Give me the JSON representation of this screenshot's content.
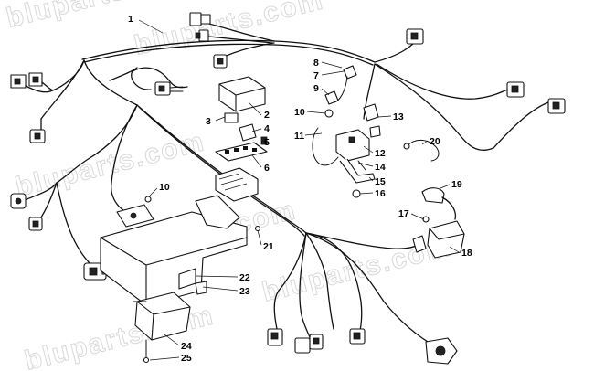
{
  "watermark": "bluparts.com",
  "callouts": [
    {
      "id": "1",
      "label": "1"
    },
    {
      "id": "2",
      "label": "2"
    },
    {
      "id": "3",
      "label": "3"
    },
    {
      "id": "4",
      "label": "4"
    },
    {
      "id": "5",
      "label": "5"
    },
    {
      "id": "6",
      "label": "6"
    },
    {
      "id": "7",
      "label": "7"
    },
    {
      "id": "8",
      "label": "8"
    },
    {
      "id": "9",
      "label": "9"
    },
    {
      "id": "10a",
      "label": "10"
    },
    {
      "id": "10b",
      "label": "10"
    },
    {
      "id": "11",
      "label": "11"
    },
    {
      "id": "12",
      "label": "12"
    },
    {
      "id": "13",
      "label": "13"
    },
    {
      "id": "14",
      "label": "14"
    },
    {
      "id": "15",
      "label": "15"
    },
    {
      "id": "16",
      "label": "16"
    },
    {
      "id": "17",
      "label": "17"
    },
    {
      "id": "18",
      "label": "18"
    },
    {
      "id": "19",
      "label": "19"
    },
    {
      "id": "20",
      "label": "20"
    },
    {
      "id": "21",
      "label": "21"
    },
    {
      "id": "22",
      "label": "22"
    },
    {
      "id": "23",
      "label": "23"
    },
    {
      "id": "24",
      "label": "24"
    },
    {
      "id": "25",
      "label": "25"
    }
  ]
}
